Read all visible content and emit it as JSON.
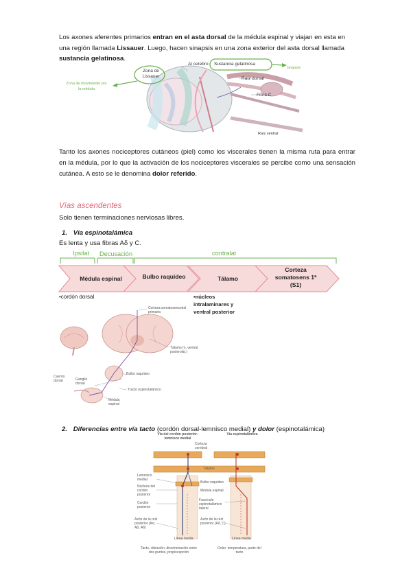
{
  "intro": {
    "p1": "Los axones aferentes primarios",
    "b1": "entran en el asta dorsal",
    "p2": "de la médula espinal y viajan en esta en una región llamada",
    "b2": "Lissauer",
    "p3": ". Luego, hacen sinapsis en una zona exterior del asta dorsal llamada",
    "b3": "sustancia gelatinosa",
    "p4": "."
  },
  "figure1": {
    "zona_lissauer": "Zona de Lissauer",
    "al_cerebro": "Al cerebro",
    "sustancia_gelatinosa": "Sustancia gelatinosa",
    "sinapsis": "sinapsis",
    "zona_movimiento": "Zona de movimiento por la médula",
    "raiz_dorsal": "Raíz dorsal",
    "fibra_c": "Fibra C",
    "raiz_ventral": "Raíz ventral"
  },
  "referred": {
    "p1": "Tanto los axones nociceptores cutáneos (piel) como los viscerales tienen la misma ruta para entrar en la médula, por lo que la activación de los nociceptores viscerales se percibe como una sensación cutánea.  A esto se le denomina",
    "b1": "dolor referido",
    "p2": "."
  },
  "section": {
    "title": "Vías ascendentes",
    "subtitle": "Solo tienen terminaciones nerviosas libres."
  },
  "item1": {
    "number": "1.",
    "title": "Vía espinotalámica",
    "desc": "Es lenta y usa fibras Aδ y C."
  },
  "flow": {
    "ipsilat": "Ipsilat",
    "decusacion": "Decusación",
    "contralat": "contralat",
    "steps": [
      "Médula espinal",
      "Bulbo raquídeo",
      "Tálamo",
      "Corteza somatosens 1ª (S1)"
    ],
    "note_left": "•cordón dorsal",
    "note_right": "•núcleos intralaminares y ventral posterior"
  },
  "figure2": {
    "label_corteza": "Corteza somatosensorial primaria",
    "label_talamo": "Tálamo (n. ventral posterolat.)",
    "label_bulbo": "Bulbo raquídeo",
    "label_tracto": "Tracto espinotalámico",
    "label_medula": "Médula espinal",
    "label_cuerno": "Cuerno dorsal",
    "label_ganglio": "Ganglio dorsal"
  },
  "item2": {
    "number": "2.",
    "t1": "Diferencias entre vía tacto",
    "n1": "(cordón dorsal-lemnisco medial)",
    "t2": "y dolor",
    "n2": "(espinotalámica)"
  },
  "figure3": {
    "via_cordon": "Vía del cordón posterior-lemnisco medial",
    "via_espino": "Vía espinotalámica",
    "corteza": "Corteza cerebral",
    "talamo": "Tálamo",
    "lemnisco": "Lemnisco medial",
    "bulbo": "Bulbo raquídeo",
    "nucleos": "Núcleos del cordón posterior",
    "medula": "Médula espinal",
    "cordon": "Cordón posterior",
    "fasciculo": "Fascículo espinotalámico lateral",
    "axon_izq": "Axón de la raíz posterior (Aα, Aβ, Aδ)",
    "axon_der": "Axón de la raíz posterior (Aδ, C)",
    "linea_izq": "Línea media",
    "linea_der": "Línea media",
    "caption_izq": "Tacto, vibración, discriminación entre dos puntos, propiocepción",
    "caption_der": "Dolor, temperatura, parte del tacto"
  },
  "colors": {
    "pink": "#e0677a",
    "green": "#6ab04c",
    "chevron_fill": "#f7dada",
    "chevron_stroke": "#e58a95",
    "bar_fill": "#e9a95a"
  }
}
